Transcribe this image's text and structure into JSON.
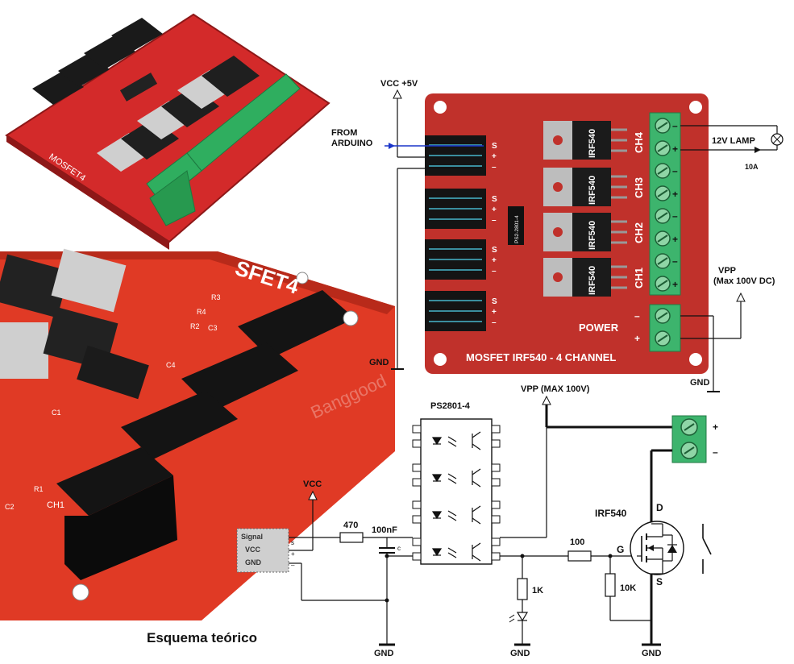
{
  "colors": {
    "board_red": "#c0312b",
    "board_red_dark": "#9e241f",
    "terminal_green": "#3db46d",
    "mosfet_black": "#1b1b1b",
    "heatsink_gray": "#b9b9b9",
    "signal_blue": "#1a35c9",
    "wire": "#222222"
  },
  "photos": {
    "top_board_silk": "MOSFET4",
    "closeup_silk": "SFET4",
    "closeup_channel": "CH1",
    "watermark": "Banggood",
    "closeup_refs": [
      "R3",
      "R4",
      "R2",
      "C1",
      "C2",
      "C3",
      "C4",
      "R1"
    ]
  },
  "board": {
    "title": "MOSFET IRF540 - 4 CHANNEL",
    "vcc_label": "VCC +5V",
    "from_arduino_line1": "FROM",
    "from_arduino_line2": "ARDUINO",
    "gnd_left": "GND",
    "gnd_right": "GND",
    "pin_s": "S",
    "pin_plus": "+",
    "pin_minus": "–",
    "ic_label": "PS2-2801-4",
    "mosfets": [
      "IRF540",
      "IRF540",
      "IRF540",
      "IRF540"
    ],
    "channels": [
      "CH4",
      "CH3",
      "CH2",
      "CH1"
    ],
    "power_label": "POWER",
    "power_minus": "–",
    "power_plus": "+",
    "lamp_label": "12V LAMP",
    "lamp_current": "10A",
    "vpp_line1": "VPP",
    "vpp_line2": "(Max 100V DC)"
  },
  "schematic": {
    "opto_label": "PS2801-4",
    "vpp_label": "VPP (MAX 100V)",
    "vcc_label": "VCC",
    "header_signal": "Signal",
    "header_vcc": "VCC",
    "header_gnd": "GND",
    "pin_s": "s",
    "pin_plus": "+",
    "pin_minus": "–",
    "r_in": "470",
    "cap": "100nF",
    "cap_pin": "c",
    "r_gate": "100",
    "r_led": "1K",
    "r_pulldown": "10K",
    "mosfet_label": "IRF540",
    "drain": "D",
    "gate": "G",
    "source": "S",
    "term_plus": "+",
    "term_minus": "–",
    "gnd_1": "GND",
    "gnd_2": "GND",
    "gnd_3": "GND"
  },
  "caption": "Esquema teórico"
}
